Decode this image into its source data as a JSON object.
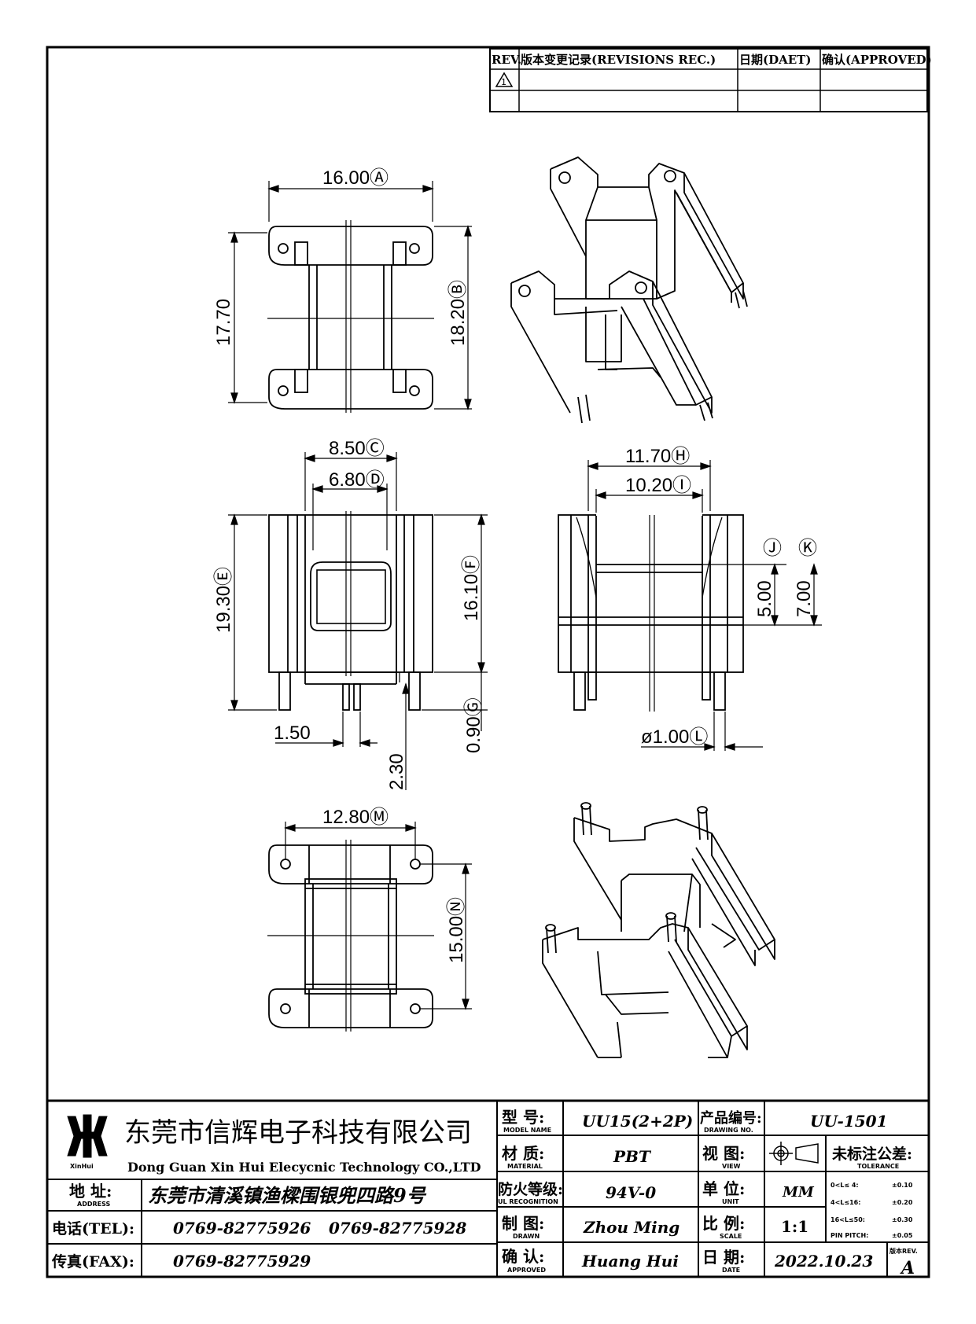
{
  "revision_table": {
    "headers": [
      "REV.",
      "版本变更记录(REVISIONS REC.)",
      "日期(DAET)",
      "确认(APPROVED)"
    ],
    "rev_symbol": "1"
  },
  "dimensions": {
    "top_width": "16.00Ⓐ",
    "top_height_left": "17.70",
    "top_height_right": "18.20Ⓑ",
    "front_outer": "8.50Ⓒ",
    "front_inner": "6.80Ⓓ",
    "front_height_left": "19.30Ⓔ",
    "front_height_right": "16.10Ⓕ",
    "pin_offset": "0.90Ⓖ",
    "pin_width": "1.50",
    "pin_height": "2.30",
    "side_outer": "11.70Ⓗ",
    "side_inner": "10.20Ⓘ",
    "label_j": "Ⓙ",
    "label_k": "Ⓚ",
    "side_h1": "5.00",
    "side_h2": "7.00",
    "pin_dia": "ø1.00Ⓛ",
    "bottom_width": "12.80Ⓜ",
    "bottom_height": "15.00Ⓝ"
  },
  "title_block": {
    "company_cn": "东莞市信辉电子科技有限公司",
    "company_en": "Dong Guan Xin Hui Elecycnic Technology CO.,LTD",
    "logo_text": "XinHui",
    "address_label": "地 址:",
    "address_label_en": "ADDRESS",
    "address": "东莞市清溪镇渔樑围银兜四路9号",
    "tel_label": "电话(TEL):",
    "tel1": "0769-82775926",
    "tel2": "0769-82775928",
    "fax_label": "传真(FAX):",
    "fax": "0769-82775929",
    "model_label": "型  号:",
    "model_label_en": "MODEL NAME",
    "model": "UU15(2+2P)",
    "material_label": "材  质:",
    "material_label_en": "MATERIAL",
    "material": "PBT",
    "ul_label": "防火等级:",
    "ul_label_en": "UL RECOGNITION",
    "ul": "94V-0",
    "drawn_label": "制  图:",
    "drawn_label_en": "DRAWN",
    "drawn": "Zhou Ming",
    "approved_label": "确  认:",
    "approved_label_en": "APPROVED",
    "approved": "Huang Hui",
    "drawing_no_label": "产品编号:",
    "drawing_no_label_en": "DRAWING NO.",
    "drawing_no": "UU-1501",
    "view_label": "视  图:",
    "view_label_en": "VIEW",
    "unit_label": "单  位:",
    "unit_label_en": "UNIT",
    "unit": "MM",
    "scale_label": "比  例:",
    "scale_label_en": "SCALE",
    "scale": "1:1",
    "date_label": "日  期:",
    "date_label_en": "DATE",
    "date": "2022.10.23",
    "tolerance_title": "未标注公差:",
    "tolerance_en": "TOLERANCE",
    "tolerances": [
      {
        "range": "0<L≤ 4:",
        "value": "±0.10"
      },
      {
        "range": "4<L≤16:",
        "value": "±0.20"
      },
      {
        "range": "16<L≤50:",
        "value": "±0.30"
      },
      {
        "range": "PIN PITCH:",
        "value": "±0.05"
      }
    ],
    "rev_label": "版本REV.",
    "rev": "A"
  }
}
